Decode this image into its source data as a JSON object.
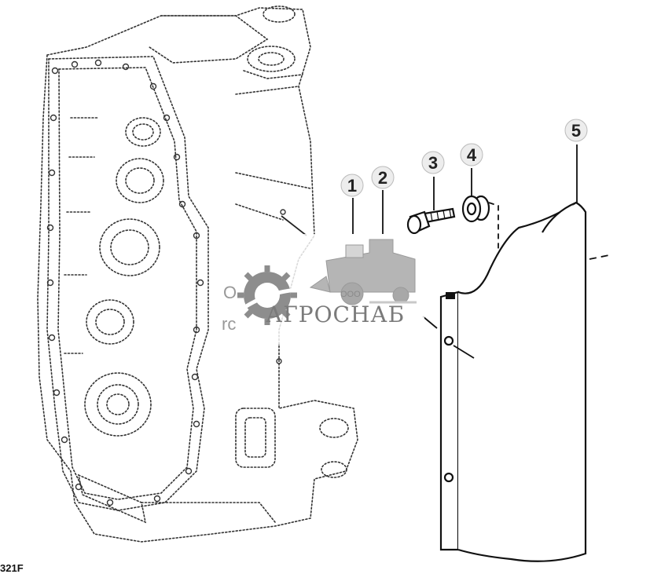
{
  "callouts": [
    "1",
    "2",
    "3",
    "4",
    "5"
  ],
  "figure_ref": "321F",
  "watermark": {
    "company_prefix": "ООО",
    "brand": "АГРОСНАБ",
    "left_fragment_top": "О",
    "left_fragment_bottom": "rc"
  }
}
